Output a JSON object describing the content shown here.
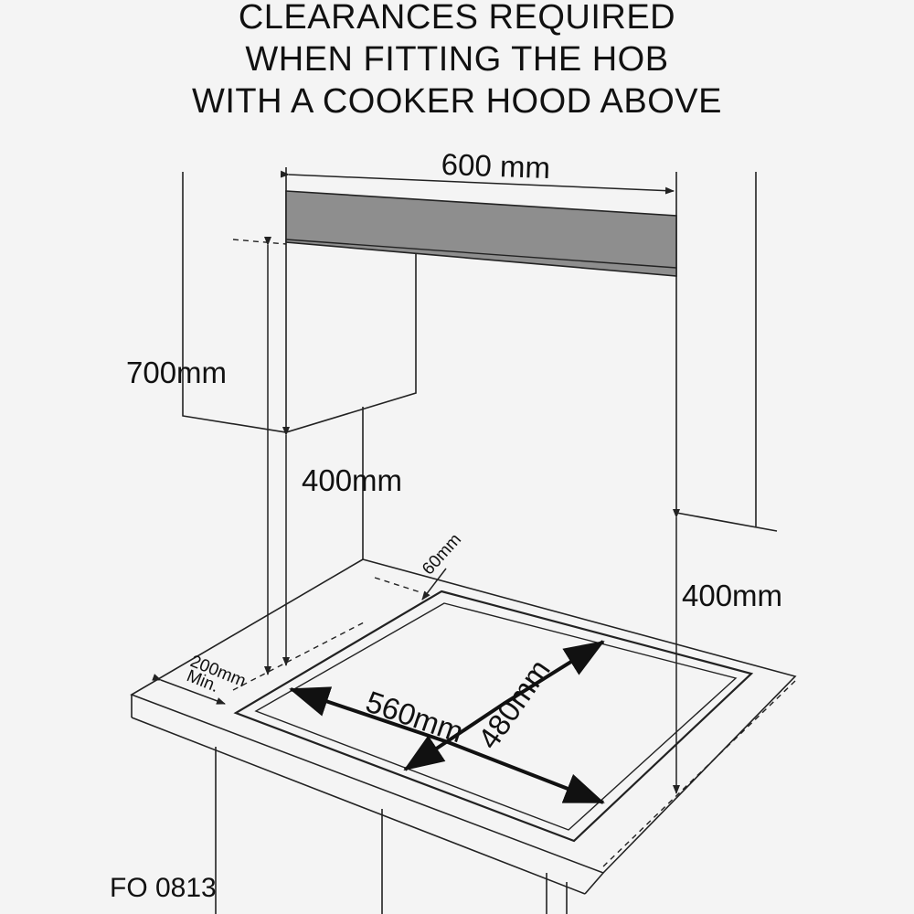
{
  "title": {
    "line1": "CLEARANCES REQUIRED",
    "line2": "WHEN FITTING THE HOB",
    "line3": "WITH A COOKER HOOD ABOVE"
  },
  "dimensions": {
    "hood_width": "600 mm",
    "hood_height_above_worktop": "700mm",
    "cabinet_clearance": "400mm",
    "side_wall_clearance": "400mm",
    "rear_gap": "60mm",
    "front_gap_line1": "200mm",
    "front_gap_line2": "Min.",
    "cutout_width": "560mm",
    "cutout_depth": "480mm"
  },
  "figure_code": "FO 0813",
  "colors": {
    "background": "#f4f4f4",
    "line": "#222222",
    "hood_fill": "#8e8e8e"
  }
}
